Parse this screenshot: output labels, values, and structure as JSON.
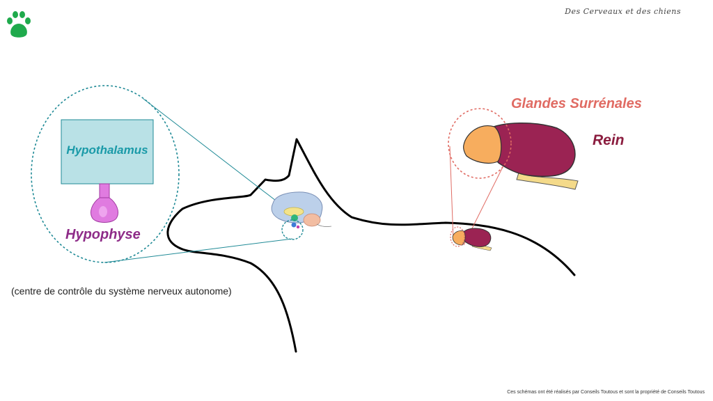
{
  "header": {
    "brand": "Des Cerveaux et des chiens",
    "logo_icon": "paw-icon"
  },
  "labels": {
    "hypothalamus": "Hypothalamus",
    "hypophyse": "Hypophyse",
    "caption": "(centre de contrôle du système nerveux autonome)",
    "glandes_surrenales": "Glandes Surrénales",
    "rein": "Rein"
  },
  "footer": {
    "credit": "Ces schémas ont été réalisés par Conseils Toutous et sont la propriété de Conseils Toutous"
  },
  "colors": {
    "logo": "#1faa4c",
    "hypothalamus": "#1a9aa8",
    "hypophyse": "#8e2c88",
    "glandes": "#e06b63",
    "rein": "#8b1d3f",
    "adrenal_fill": "#f7ad5e",
    "kidney_fill": "#9b2353"
  }
}
